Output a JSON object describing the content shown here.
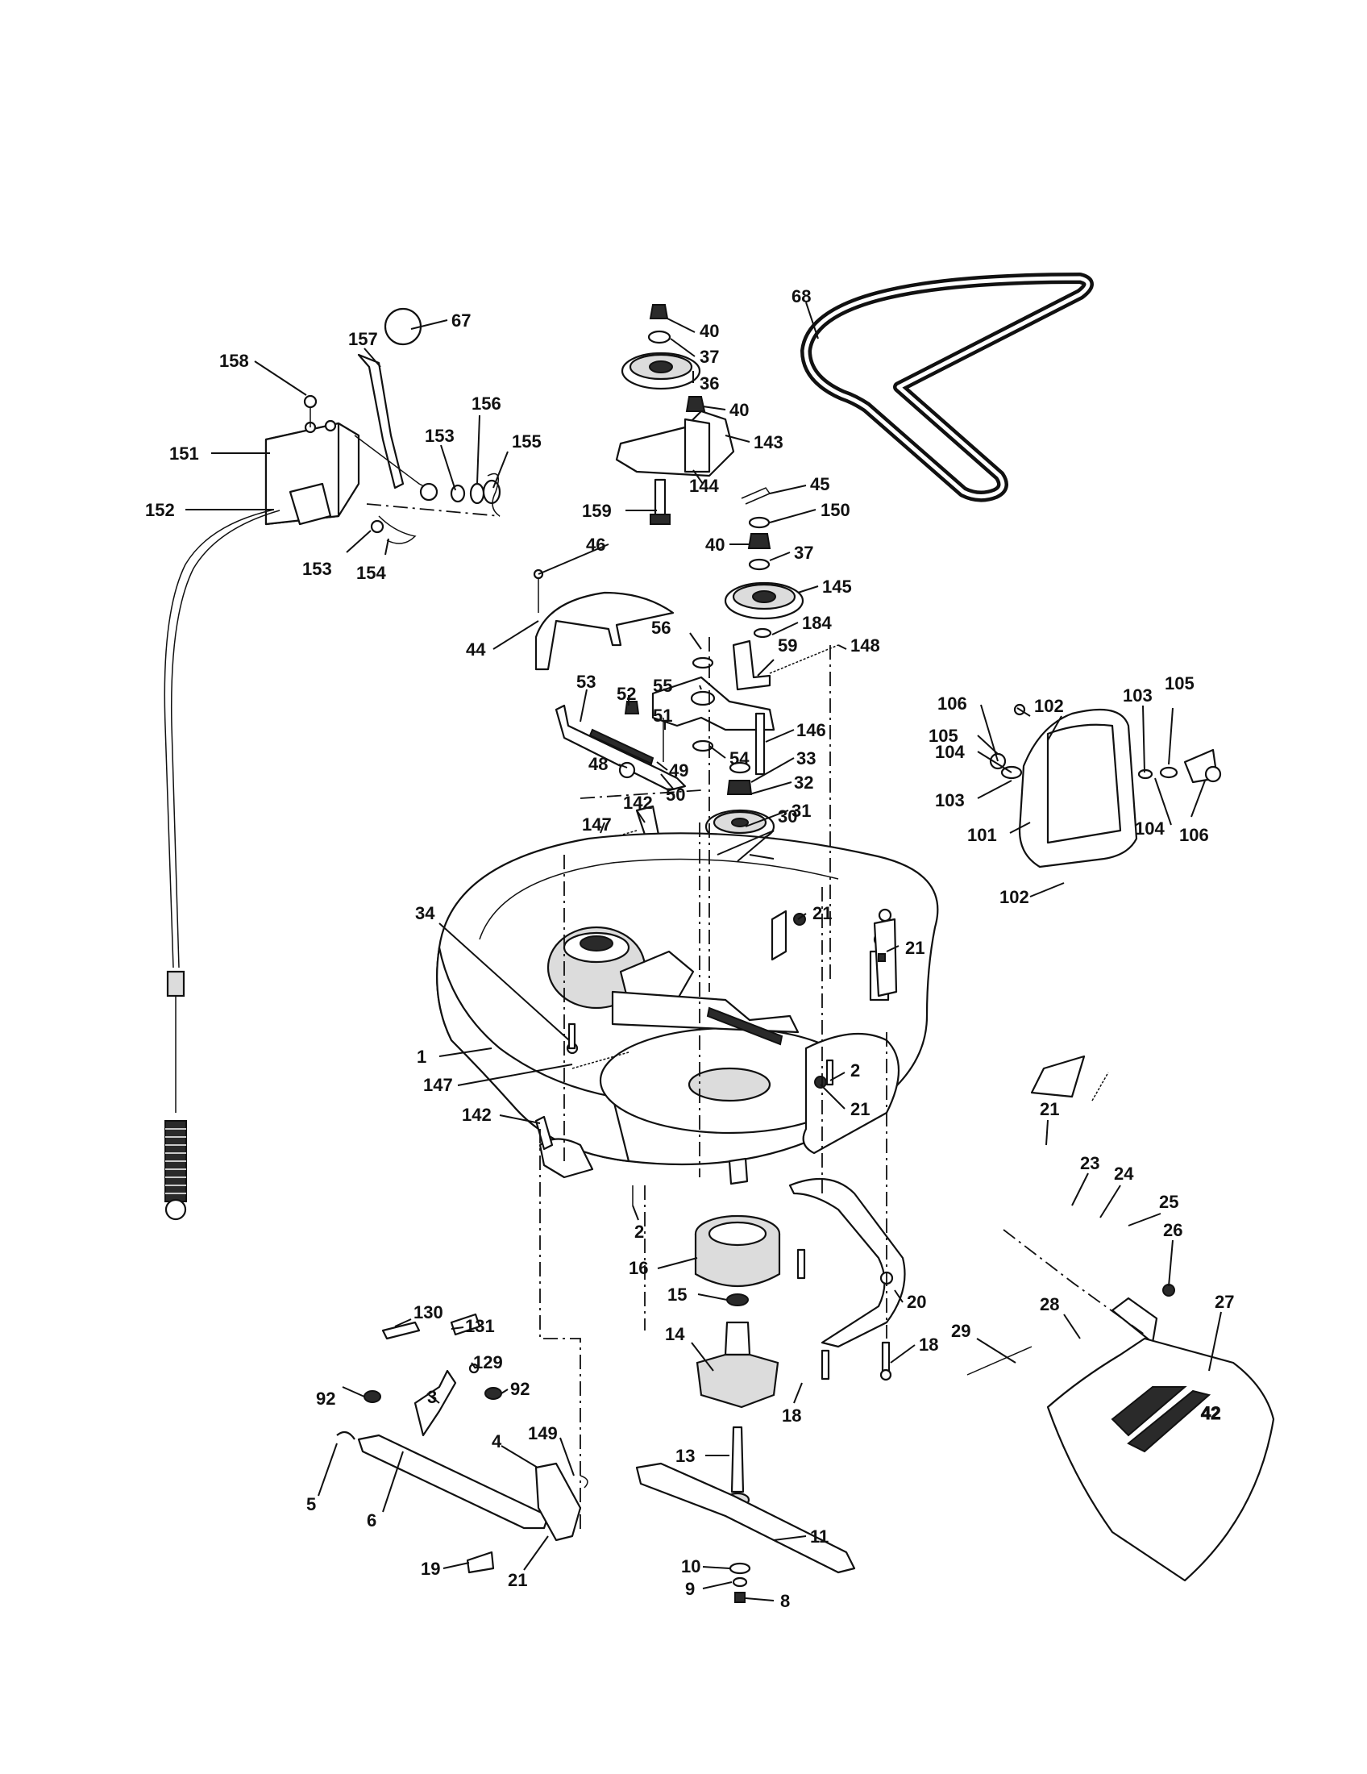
{
  "callouts": [
    {
      "id": "c67",
      "text": "67"
    },
    {
      "id": "c157",
      "text": "157"
    },
    {
      "id": "c158",
      "text": "158"
    },
    {
      "id": "c151",
      "text": "151"
    },
    {
      "id": "c156",
      "text": "156"
    },
    {
      "id": "c153a",
      "text": "153"
    },
    {
      "id": "c155",
      "text": "155"
    },
    {
      "id": "c152",
      "text": "152"
    },
    {
      "id": "c153b",
      "text": "153"
    },
    {
      "id": "c154",
      "text": "154"
    },
    {
      "id": "c40a",
      "text": "40"
    },
    {
      "id": "c37a",
      "text": "37"
    },
    {
      "id": "c36",
      "text": "36"
    },
    {
      "id": "c40b",
      "text": "40"
    },
    {
      "id": "c143",
      "text": "143"
    },
    {
      "id": "c144",
      "text": "144"
    },
    {
      "id": "c159",
      "text": "159"
    },
    {
      "id": "c68",
      "text": "68"
    },
    {
      "id": "c45",
      "text": "45"
    },
    {
      "id": "c150",
      "text": "150"
    },
    {
      "id": "c40c",
      "text": "40"
    },
    {
      "id": "c37b",
      "text": "37"
    },
    {
      "id": "c145",
      "text": "145"
    },
    {
      "id": "c184",
      "text": "184"
    },
    {
      "id": "c46",
      "text": "46"
    },
    {
      "id": "c44",
      "text": "44"
    },
    {
      "id": "c56",
      "text": "56"
    },
    {
      "id": "c59",
      "text": "59"
    },
    {
      "id": "c148",
      "text": "148"
    },
    {
      "id": "c55",
      "text": "55"
    },
    {
      "id": "c53",
      "text": "53"
    },
    {
      "id": "c52",
      "text": "52"
    },
    {
      "id": "c51",
      "text": "51"
    },
    {
      "id": "c146",
      "text": "146"
    },
    {
      "id": "c54",
      "text": "54"
    },
    {
      "id": "c33",
      "text": "33"
    },
    {
      "id": "c48",
      "text": "48"
    },
    {
      "id": "c49",
      "text": "49"
    },
    {
      "id": "c50",
      "text": "50"
    },
    {
      "id": "c32",
      "text": "32"
    },
    {
      "id": "c142a",
      "text": "142"
    },
    {
      "id": "c147a",
      "text": "147"
    },
    {
      "id": "c31",
      "text": "31"
    },
    {
      "id": "c30",
      "text": "30"
    },
    {
      "id": "c106a",
      "text": "106"
    },
    {
      "id": "c102a",
      "text": "102"
    },
    {
      "id": "c103a",
      "text": "103"
    },
    {
      "id": "c105a",
      "text": "105"
    },
    {
      "id": "c105b",
      "text": "105"
    },
    {
      "id": "c104a",
      "text": "104"
    },
    {
      "id": "c103b",
      "text": "103"
    },
    {
      "id": "c104b",
      "text": "104"
    },
    {
      "id": "c106b",
      "text": "106"
    },
    {
      "id": "c101",
      "text": "101"
    },
    {
      "id": "c102b",
      "text": "102"
    },
    {
      "id": "c34",
      "text": "34"
    },
    {
      "id": "c21a",
      "text": "21"
    },
    {
      "id": "c21b",
      "text": "21"
    },
    {
      "id": "c1",
      "text": "1"
    },
    {
      "id": "c147b",
      "text": "147"
    },
    {
      "id": "c2a",
      "text": "2"
    },
    {
      "id": "c21c",
      "text": "21"
    },
    {
      "id": "c142b",
      "text": "142"
    },
    {
      "id": "c2b",
      "text": "2"
    },
    {
      "id": "c21d",
      "text": "21"
    },
    {
      "id": "c23",
      "text": "23"
    },
    {
      "id": "c24",
      "text": "24"
    },
    {
      "id": "c25",
      "text": "25"
    },
    {
      "id": "c26",
      "text": "26"
    },
    {
      "id": "c16",
      "text": "16"
    },
    {
      "id": "c15",
      "text": "15"
    },
    {
      "id": "c20",
      "text": "20"
    },
    {
      "id": "c28",
      "text": "28"
    },
    {
      "id": "c27",
      "text": "27"
    },
    {
      "id": "c29",
      "text": "29"
    },
    {
      "id": "c14",
      "text": "14"
    },
    {
      "id": "c18a",
      "text": "18"
    },
    {
      "id": "c18b",
      "text": "18"
    },
    {
      "id": "c130",
      "text": "130"
    },
    {
      "id": "c131",
      "text": "131"
    },
    {
      "id": "c129",
      "text": "129"
    },
    {
      "id": "c92a",
      "text": "92"
    },
    {
      "id": "c92b",
      "text": "92"
    },
    {
      "id": "c3",
      "text": "3"
    },
    {
      "id": "c4",
      "text": "4"
    },
    {
      "id": "c149",
      "text": "149"
    },
    {
      "id": "c13",
      "text": "13"
    },
    {
      "id": "c5",
      "text": "5"
    },
    {
      "id": "c6",
      "text": "6"
    },
    {
      "id": "c11",
      "text": "11"
    },
    {
      "id": "c19",
      "text": "19"
    },
    {
      "id": "c21e",
      "text": "21"
    },
    {
      "id": "c10",
      "text": "10"
    },
    {
      "id": "c9",
      "text": "9"
    },
    {
      "id": "c8",
      "text": "8"
    }
  ],
  "deflector_decal": "42"
}
